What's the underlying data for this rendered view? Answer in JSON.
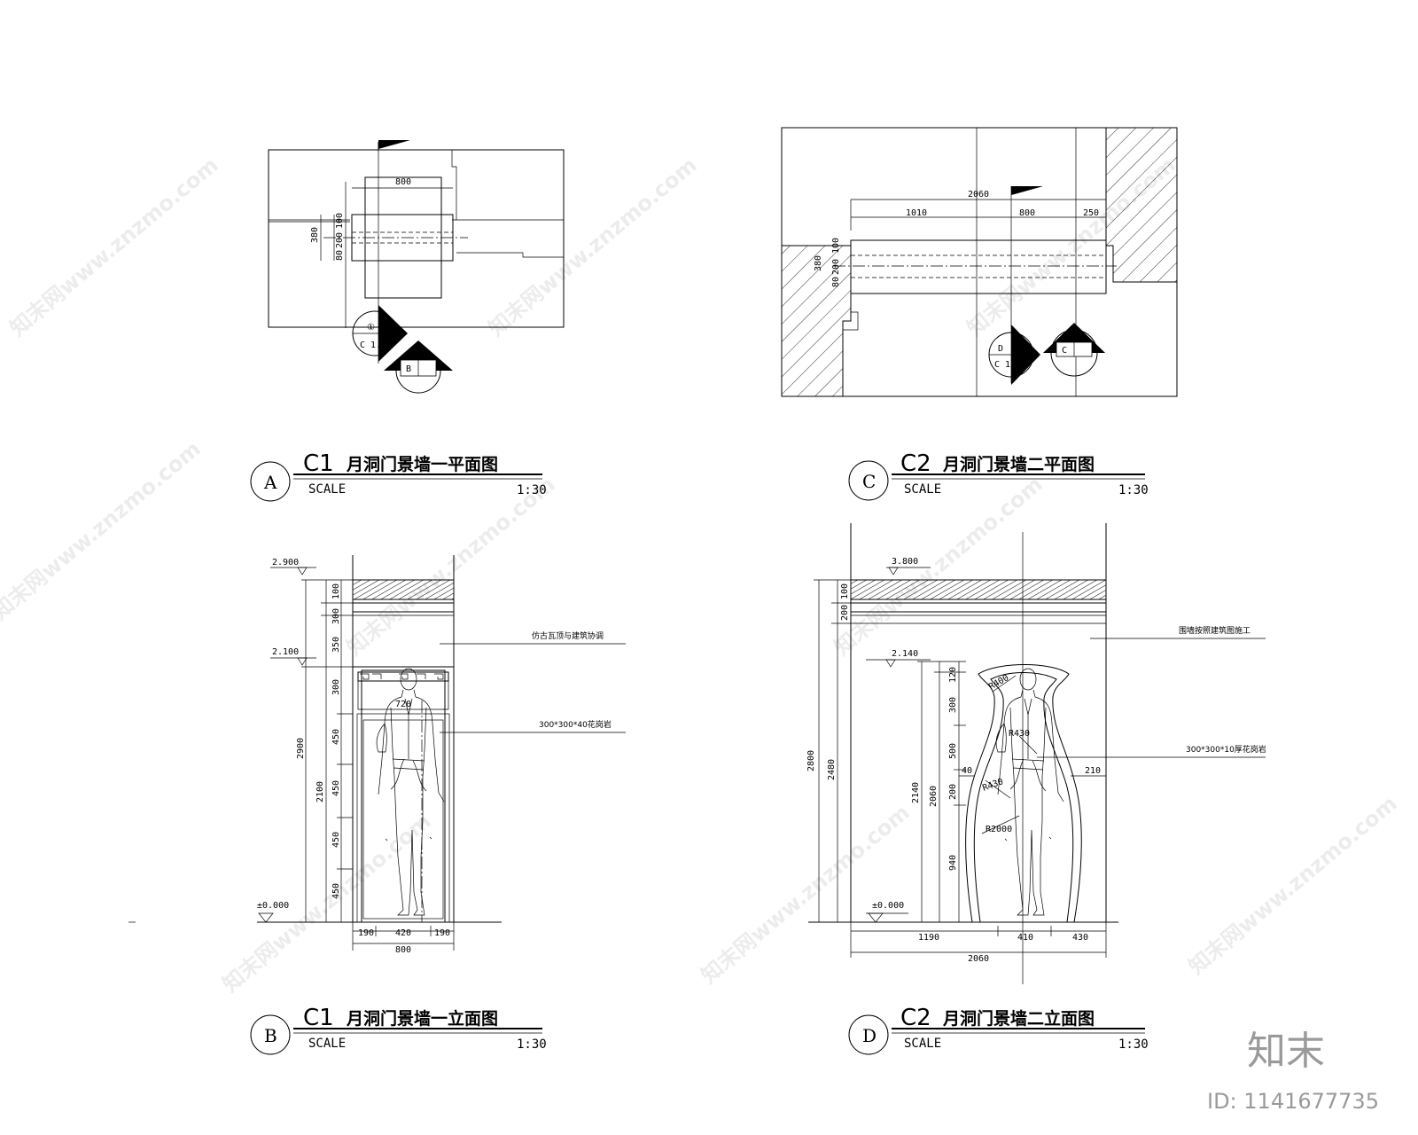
{
  "drawings": {
    "a": {
      "letter": "A",
      "code": "C1",
      "title": "月洞门景墙一平面图",
      "scale_label": "SCALE",
      "scale_value": "1:30",
      "dims": {
        "width": "800",
        "depth": "380",
        "d1": "100",
        "d2": "200",
        "d3": "80"
      },
      "callout_1": {
        "top": "①",
        "bottom": "C 1.30"
      },
      "callout_2": {
        "text": "B"
      }
    },
    "b": {
      "letter": "B",
      "code": "C1",
      "title": "月洞门景墙一立面图",
      "scale_label": "SCALE",
      "scale_value": "1:30",
      "levels": {
        "top": "2.900",
        "mid": "2.100",
        "base": "±0.000"
      },
      "vertical": {
        "total": "2900",
        "d100": "100",
        "d300": "300",
        "d350": "350",
        "h2100": "2100",
        "s300": "300",
        "s450a": "450",
        "s450b": "450",
        "s450c": "450",
        "s450d": "450"
      },
      "horizontal": {
        "left": "190",
        "mid": "420",
        "right": "190",
        "total": "800",
        "inner": "720"
      },
      "note_1": "仿古瓦顶与建筑协调",
      "note_2": "300*300*40花岗岩"
    },
    "c": {
      "letter": "C",
      "code": "C2",
      "title": "月洞门景墙二平面图",
      "scale_label": "SCALE",
      "scale_value": "1:30",
      "dims": {
        "total": "2060",
        "left": "1010",
        "mid": "800",
        "right": "250",
        "depth": "380",
        "d1": "100",
        "d2": "200",
        "d3": "80"
      },
      "callout_1": {
        "top": "D",
        "bottom": "C 1.30"
      },
      "callout_2": {
        "text": "C"
      }
    },
    "d": {
      "letter": "D",
      "code": "C2",
      "title": "月洞门景墙二立面图",
      "scale_label": "SCALE",
      "scale_value": "1:30",
      "levels": {
        "top": "3.800",
        "mid": "2.140",
        "base": "±0.000"
      },
      "vertical": {
        "total": "2800",
        "h2480": "2480",
        "h2140": "2140",
        "h2060": "2060",
        "d100": "100",
        "d200": "200",
        "s120": "120",
        "s300": "300",
        "s500": "500",
        "s200": "200",
        "s940": "940"
      },
      "horizontal": {
        "left": "1190",
        "mid": "410",
        "right": "430",
        "total": "2060",
        "side_l": "40",
        "side_r": "210"
      },
      "radius": {
        "r1": "R400",
        "r2": "R430",
        "r3": "R430",
        "r4": "R2000"
      },
      "note_1": "围墙按照建筑图施工",
      "note_2": "300*300*10厚花岗岩"
    }
  },
  "watermark": {
    "text": "知末网www.znzmo.com"
  },
  "logo": {
    "text": "知末",
    "id": "ID: 1141677735"
  }
}
